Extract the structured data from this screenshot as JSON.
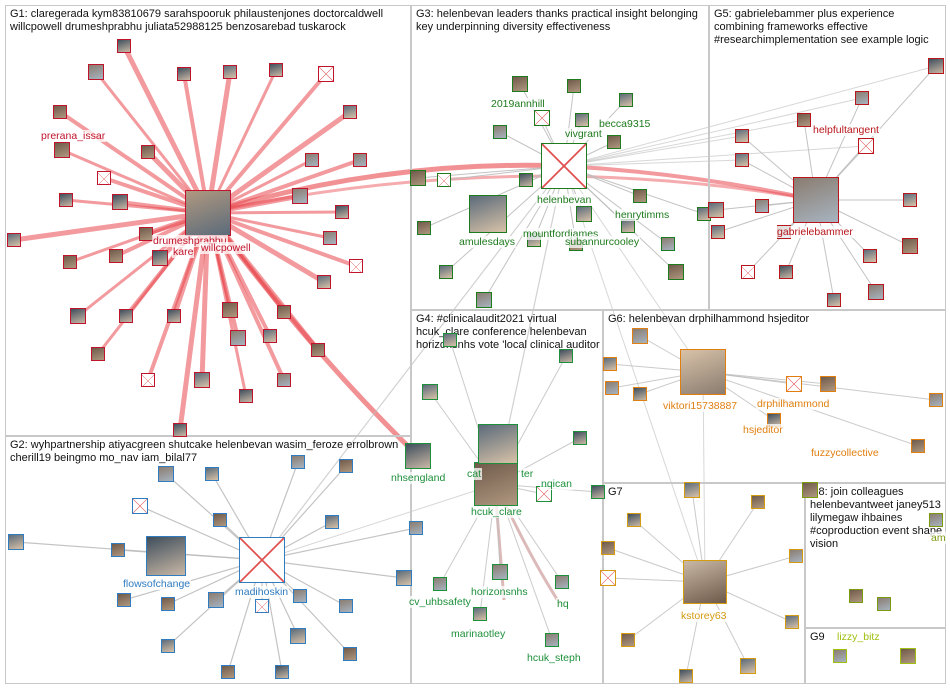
{
  "groups": [
    {
      "id": "G1",
      "label": "G1: claregerada kym83810679 sarahspooruk philaustenjones doctorcaldwell willcpowell drumeshprabhu juliata52988125 benzosarebad tuskarock"
    },
    {
      "id": "G2",
      "label": "G2: wyhpartnership atiyacgreen shutcake helenbevan wasim_feroze errolbrown cherill19 beingmo mo_nav iam_bilal77"
    },
    {
      "id": "G3",
      "label": "G3: helenbevan leaders thanks practical insight belonging key underpinning diversity effectiveness"
    },
    {
      "id": "G4",
      "label": "G4: #clinicalaudit2021 virtual hcuk_clare conference helenbevan horizonsnhs vote 'local clinical auditor"
    },
    {
      "id": "G5",
      "label": "G5: gabrielebammer plus experience combining frameworks effective #researchimplementation see example logic"
    },
    {
      "id": "G6",
      "label": "G6: helenbevan drphilhammond hsjeditor"
    },
    {
      "id": "G7",
      "label": "G7"
    },
    {
      "id": "G8",
      "label": "G8: join colleagues helenbevantweet janey513 lilymegaw ihbaines #coproduction event shape vision"
    },
    {
      "id": "G9",
      "label": "G9"
    }
  ],
  "colors": {
    "g1": "#c0142c",
    "g2": "#2f7cc0",
    "g3": "#1d7a1d",
    "g4": "#1d8f3a",
    "g5": "#b8161c",
    "g6": "#e07f10",
    "g7": "#d49a10",
    "g8": "#7a9a10",
    "g9": "#9fc010",
    "edge_red": "#e8474d",
    "edge_gray": "#bdbdbd"
  },
  "labels": {
    "drumeshprabhu": "drumeshprabhu",
    "karen": "kare",
    "willcpowell": "willcpowell",
    "prerana_issar": "prerana_issar",
    "2019annhill": "2019annhill",
    "becca9315": "becca9315",
    "vivgrant": "vivgrant",
    "helenbevan": "helenbevan",
    "henrytimms": "henrytimms",
    "amulesdays": "amulesdays",
    "mountfordjames": "mountfordjames",
    "subannurcooley": "subannurcooley",
    "helpfultangent": "helpfultangent",
    "gabrielebammer": "gabrielebammer",
    "nhsengland": "nhsengland",
    "cat": "cat",
    "ter": "ter",
    "hcuk_clare": "hcuk_clare",
    "nqican": "nqican",
    "cv_uhbsafety": "cv_uhbsafety",
    "horizonsnhs": "horizonsnhs",
    "hq": "hq",
    "marinaotley": "marinaotley",
    "hcuk_steph": "hcuk_steph",
    "viktori15738887": "viktori15738887",
    "drphilhammond": "drphilhammond",
    "hsjeditor": "hsjeditor",
    "fuzzycollective": "fuzzycollective",
    "kstorey63": "kstorey63",
    "lizzy_bitz": "lizzy_bitz",
    "am": "am",
    "flowsofchange": "flowsofchange",
    "madihoskin": "madihoskin"
  }
}
